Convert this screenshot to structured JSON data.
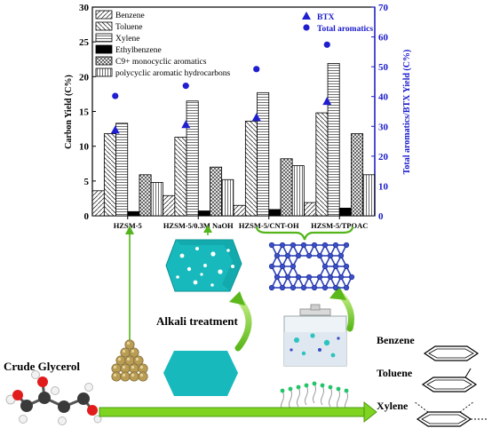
{
  "chart_data": {
    "type": "bar",
    "categories": [
      "HZSM-5",
      "HZSM-5/0.3M NaOH",
      "HZSM-5/CNT-OH",
      "HZSM-5/TPOAC"
    ],
    "ylabel": "Carbon Yield (C%)",
    "y2label": "Total aromatics/BTX Yield (C%)",
    "ylim": [
      0,
      30
    ],
    "y2lim": [
      0,
      70
    ],
    "yticks": [
      "0",
      "5",
      "10",
      "15",
      "20",
      "25",
      "30"
    ],
    "y2ticks": [
      "0",
      "10",
      "20",
      "30",
      "40",
      "50",
      "60",
      "70"
    ],
    "series": [
      {
        "name": "Benzene",
        "pattern": "diag",
        "values": [
          3.6,
          2.9,
          1.5,
          1.9
        ]
      },
      {
        "name": "Toluene",
        "pattern": "back",
        "values": [
          11.8,
          11.3,
          13.6,
          14.8
        ]
      },
      {
        "name": "Xylene",
        "pattern": "horiz",
        "values": [
          13.3,
          16.5,
          17.7,
          21.9
        ]
      },
      {
        "name": "Ethylbenzene",
        "pattern": "solid",
        "values": [
          0.6,
          0.7,
          0.9,
          1.1
        ]
      },
      {
        "name": "C9+ monocyclic aromatics",
        "pattern": "cross",
        "values": [
          5.9,
          7.0,
          8.2,
          11.8
        ]
      },
      {
        "name": "polycyclic aromatic hydrocarbons",
        "pattern": "vert",
        "values": [
          4.8,
          5.2,
          7.2,
          5.9
        ]
      }
    ],
    "scatter_series": [
      {
        "name": "BTX",
        "marker": "triangle",
        "color": "#1f1fd0",
        "values": [
          28.8,
          30.6,
          33.0,
          38.4
        ]
      },
      {
        "name": "Total aromatics",
        "marker": "circle",
        "color": "#1f1fd0",
        "values": [
          40.2,
          43.6,
          49.2,
          57.4
        ]
      }
    ]
  },
  "labels": {
    "alkali_treatment": "Alkali treatment",
    "crude_glycerol": "Crude Glycerol",
    "benzene": "Benzene",
    "toluene": "Toluene",
    "xylene": "Xylene"
  },
  "colors": {
    "axis_right": "#1a1acc",
    "arrow_green": "#7fd321",
    "teal": "#17b9bc",
    "framework": "#2e43b8"
  }
}
